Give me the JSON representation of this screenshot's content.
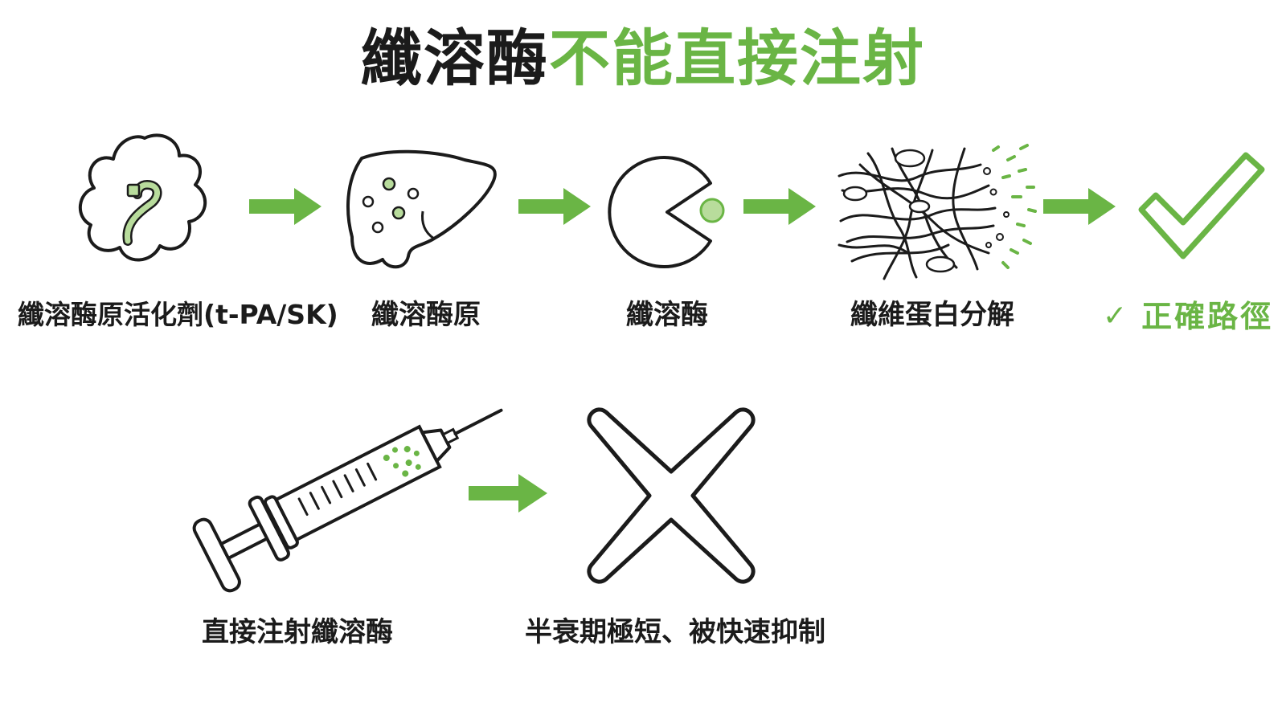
{
  "title": {
    "dark_part": "纖溶酶",
    "green_part": "不能直接注射"
  },
  "top_row": {
    "steps": [
      {
        "label": "纖溶酶原活化劑(t-PA/SK)",
        "icon": "activator-molecule-icon"
      },
      {
        "label": "纖溶酶原",
        "icon": "liver-icon"
      },
      {
        "label": "纖溶酶",
        "icon": "pacman-enzyme-icon"
      },
      {
        "label": "纖維蛋白分解",
        "icon": "fibrin-breakdown-icon"
      }
    ],
    "result": {
      "label": "正確路徑",
      "tick_glyph": "✓",
      "icon": "check-mark-icon"
    }
  },
  "bottom_row": {
    "steps": [
      {
        "label": "直接注射纖溶酶",
        "icon": "syringe-icon"
      },
      {
        "label": "半衰期極短、被快速抑制",
        "icon": "cross-mark-icon"
      }
    ]
  },
  "colors": {
    "accent_green": "#6ab545",
    "light_green": "#b8dc9c",
    "ink": "#1b1b1b"
  }
}
